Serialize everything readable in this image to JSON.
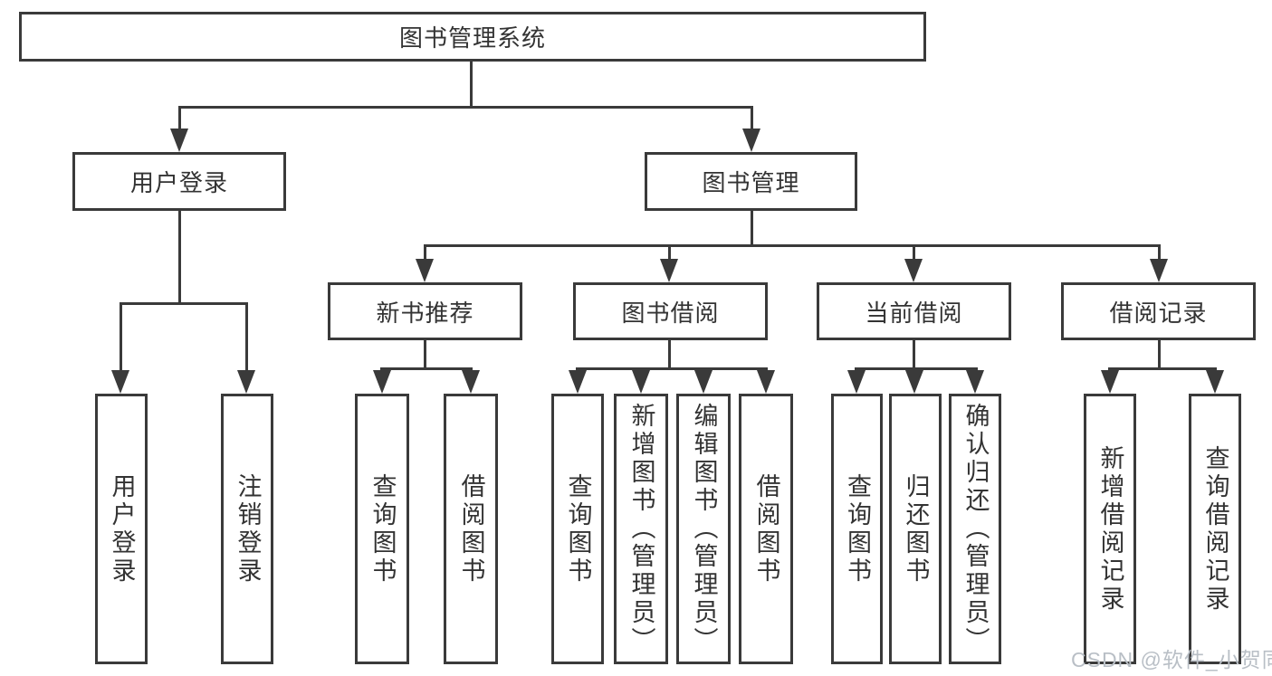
{
  "diagram": {
    "root": "图书管理系统",
    "level2": {
      "user_login": "用户登录",
      "book_management": "图书管理"
    },
    "level3": {
      "new_books": "新书推荐",
      "book_borrowing": "图书借阅",
      "current_borrowing": "当前借阅",
      "borrowing_records": "借阅记录"
    },
    "children": {
      "user_login": [
        "用户登录",
        "注销登录"
      ],
      "new_books": [
        "查询图书",
        "借阅图书"
      ],
      "book_borrowing": [
        "查询图书",
        "新增图书（管理员）",
        "编辑图书（管理员）",
        "借阅图书"
      ],
      "current_borrowing": [
        "查询图书",
        "归还图书",
        "确认归还（管理员）"
      ],
      "borrowing_records": [
        "新增借阅记录",
        "查询借阅记录"
      ]
    },
    "colors": {
      "line": "#3a3a3a",
      "text": "#333333",
      "watermark": "#b9bfc6",
      "background": "#ffffff"
    },
    "watermark": "CSDN @软件_小贺同学"
  }
}
